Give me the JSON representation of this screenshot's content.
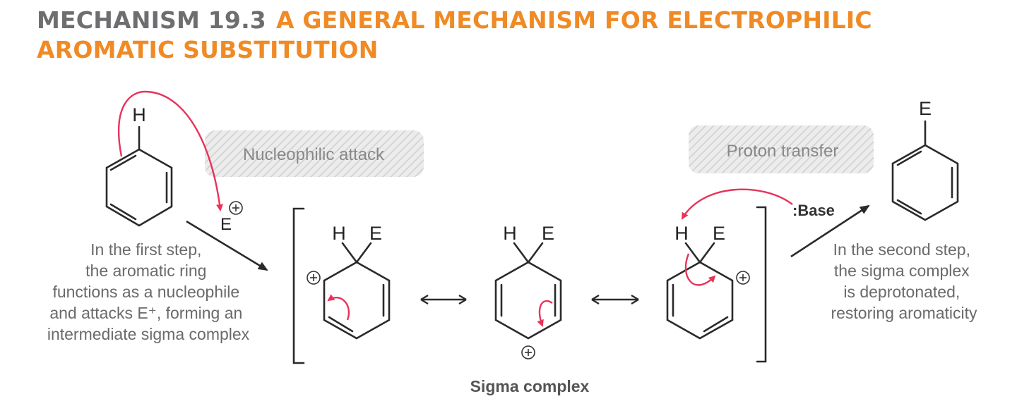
{
  "title": {
    "number": "MECHANISM 19.3",
    "text": "A GENERAL MECHANISM FOR ELECTROPHILIC AROMATIC SUBSTITUTION"
  },
  "labels": {
    "step1": "Nucleophilic attack",
    "step2": "Proton transfer",
    "base": ":Base",
    "sigma_complex": "Sigma complex"
  },
  "atoms": {
    "h": "H",
    "e": "E"
  },
  "notes": {
    "first_step": [
      "In the first step,",
      "the aromatic ring",
      "functions as a nucleophile",
      "and attacks E⁺, forming an",
      "intermediate sigma complex"
    ],
    "second_step": [
      "In the second step,",
      "the sigma complex",
      "is deprotonated,",
      "restoring aromaticity"
    ]
  },
  "colors": {
    "title_number": "#6d6e70",
    "title_text": "#f08a24",
    "curved_arrow": "#e8335a",
    "step_band": "#d9d9d9"
  }
}
